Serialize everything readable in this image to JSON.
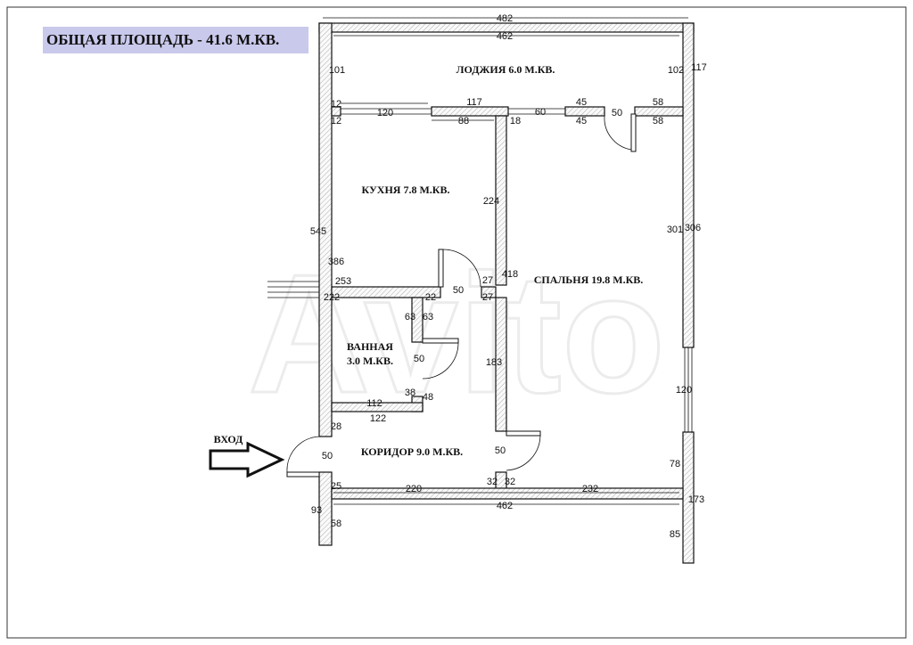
{
  "title": "ОБЩАЯ ПЛОЩАДЬ - 41.6 М.КВ.",
  "watermark": "Avito",
  "rooms": {
    "loggia": "ЛОДЖИЯ  6.0 М.КВ.",
    "kitchen": "КУХНЯ 7.8 М.КВ.",
    "bedroom": "СПАЛЬНЯ 19.8 М.КВ.",
    "bathroom_name": "ВАННАЯ",
    "bathroom_area": "3.0 М.КВ.",
    "corridor": "КОРИДОР 9.0 М.КВ.",
    "entrance": "ВХОД"
  },
  "dims": [
    "482",
    "462",
    "101",
    "102",
    "117",
    "12",
    "12",
    "120",
    "117",
    "88",
    "18",
    "60",
    "45",
    "45",
    "50",
    "58",
    "58",
    "224",
    "545",
    "301",
    "306",
    "386",
    "418",
    "253",
    "27",
    "222",
    "22",
    "50",
    "27",
    "63",
    "63",
    "50",
    "183",
    "38",
    "48",
    "112",
    "122",
    "28",
    "50",
    "50",
    "78",
    "25",
    "220",
    "32",
    "32",
    "232",
    "173",
    "93",
    "462",
    "58",
    "85",
    "120"
  ]
}
